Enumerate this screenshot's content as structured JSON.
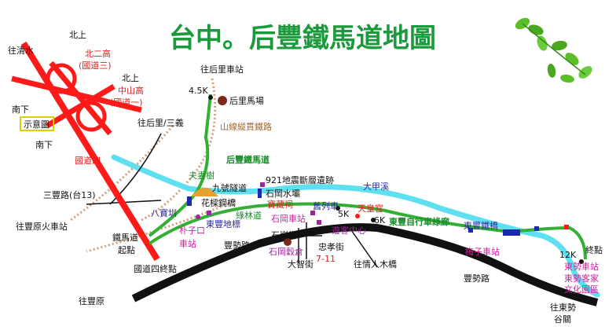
{
  "title": "台中。后豐鐵馬道地圖",
  "colors": {
    "title": "#1a9a3a",
    "bikeway": "#33b033",
    "river": "#5ee0f0",
    "highway": "#ff1a1a",
    "road": "#111111",
    "railway": "#d4a07a",
    "label_red": "#e02020",
    "label_purple": "#9a2a9a",
    "label_green": "#1a8a2a",
    "label_blue": "#2a2a9a",
    "label_magenta": "#d020a0",
    "label_brown": "#a06a30",
    "label_black": "#111111"
  },
  "labels": {
    "to_qingshui": "往清水",
    "north_up_1": "北上",
    "north_2nd_hwy": "北二高",
    "national_hwy_3": "(國道三)",
    "north_up_2": "北上",
    "zhongshan_hwy": "中山高",
    "national_hwy_1": "(國道一)",
    "south_down_1": "南下",
    "legend": "示意圖",
    "south_down_2": "南下",
    "to_houli_station": "往后里車站",
    "km_4_5": "4.5K",
    "houli_horse_farm": "后里馬場",
    "mountain_line": "山線縱貫鐵路",
    "to_houli_sanyi": "往后里/三義",
    "houfeng_bikeway": "后豐鐵馬道",
    "national_road_4": "國道四",
    "husband_wife_tree": "夫妻樹",
    "tunnel_9": "九號隧道",
    "sanfeng_road": "三豐路(台13)",
    "site_921": "921地震斷層遺跡",
    "shigang_dam": "石岡水壩",
    "dajia_river": "大甲溪",
    "huafan_bridge": "花樑鋼橋",
    "bagua_zhen": "八寶圳",
    "baozang_temple": "寶藏祠",
    "lvmu_road": "綠林道",
    "old_train": "舊列車",
    "km_5": "5K",
    "tianhuang_temple": "天皇宮",
    "km_6": "6K",
    "dongfeng_bikeway": "東豐自行車綠廊",
    "dongfeng_bridge": "東豐鐵橋",
    "to_fengyuan_station": "往豐原火車站",
    "puzikou": "朴子口",
    "station_stop": "車站",
    "dongfeng_bridge_small": "東豐地標",
    "shigang_station": "石岡車站",
    "hakka_center": "遊客中心",
    "bikeway_start": "鐵馬道",
    "start_point": "起點",
    "fengshi_road_1": "豐勢路",
    "shigang_st": "石崗街",
    "zhongxiao_st": "忠孝街",
    "shigang_valley": "石岡穀倉",
    "seven_eleven": "7-11",
    "dazhi_st": "大智街",
    "to_lovers_bridge": "往情人木橋",
    "meizi_station": "梅子車站",
    "km_12": "12K",
    "end_point": "終點",
    "dongshi_station": "東勢車站",
    "dongshi_hakka": "東勢客家",
    "culture_park": "文化園區",
    "national_road_4_junction": "國道四終點",
    "to_fengyuan": "往豐原",
    "fengshi_road_2": "豐勢路",
    "to_dongshi": "往東勢",
    "to_guguan": "谷關"
  }
}
